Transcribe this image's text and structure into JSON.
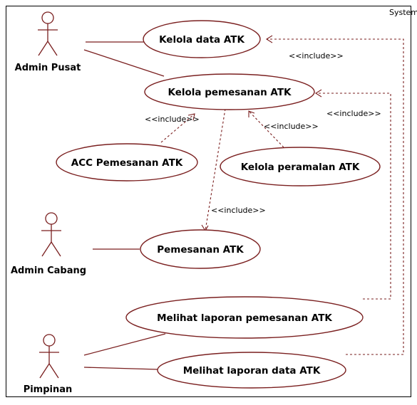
{
  "system": {
    "label": "System"
  },
  "actors": {
    "admin_pusat": "Admin Pusat",
    "admin_cabang": "Admin Cabang",
    "pimpinan": "Pimpinan"
  },
  "usecases": {
    "kelola_data_atk": "Kelola data ATK",
    "kelola_pemesanan_atk": "Kelola pemesanan ATK",
    "acc_pemesanan_atk": "ACC Pemesanan ATK",
    "kelola_peramalan_atk": "Kelola peramalan ATK",
    "pemesanan_atk": "Pemesanan ATK",
    "melihat_laporan_pemesanan_atk": "Melihat laporan pemesanan ATK",
    "melihat_laporan_data_atk": "Melihat laporan data ATK"
  },
  "relations": {
    "include_label": "<<include>>"
  },
  "colors": {
    "line": "#7a1f1f",
    "text": "#000000",
    "boundary": "#000000"
  }
}
